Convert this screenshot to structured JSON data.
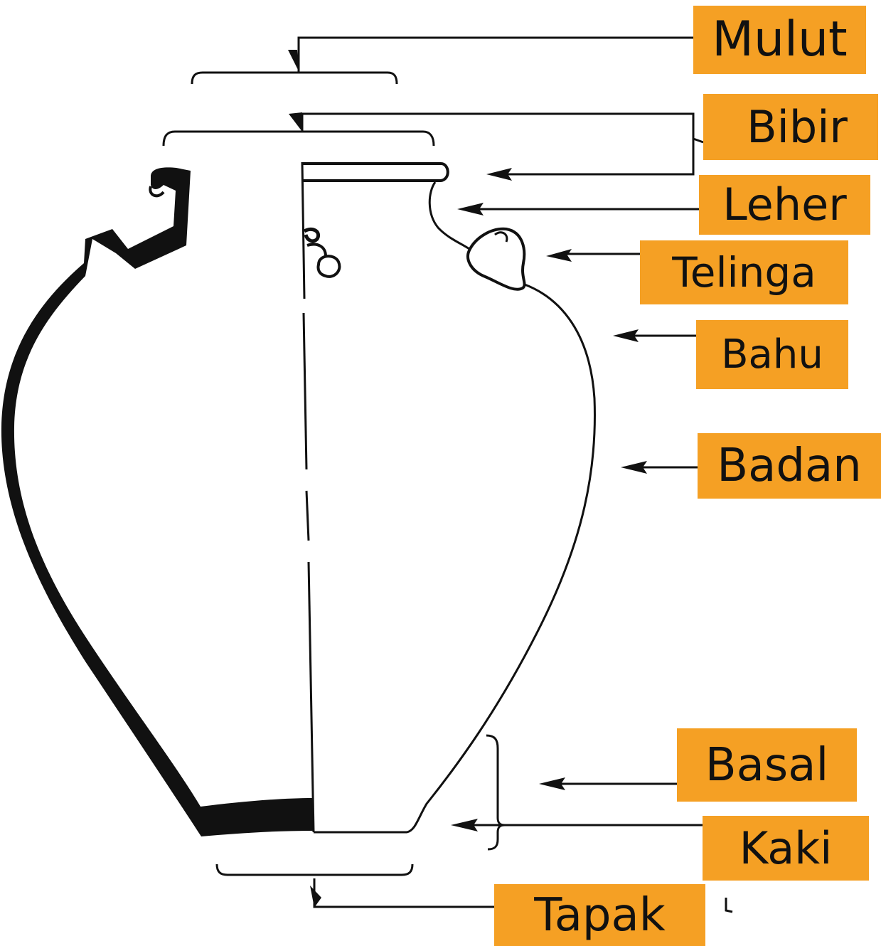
{
  "labels": {
    "mulut": "Mulut",
    "bibir": "Bibir",
    "leher": "Leher",
    "telinga": "Telinga",
    "bahu": "Bahu",
    "badan": "Badan",
    "basal": "Basal",
    "kaki": "Kaki",
    "tapak": "Tapak"
  },
  "colors": {
    "label_background": "#f5a024",
    "label_text": "#111111",
    "line": "#111111",
    "background": "#ffffff"
  }
}
